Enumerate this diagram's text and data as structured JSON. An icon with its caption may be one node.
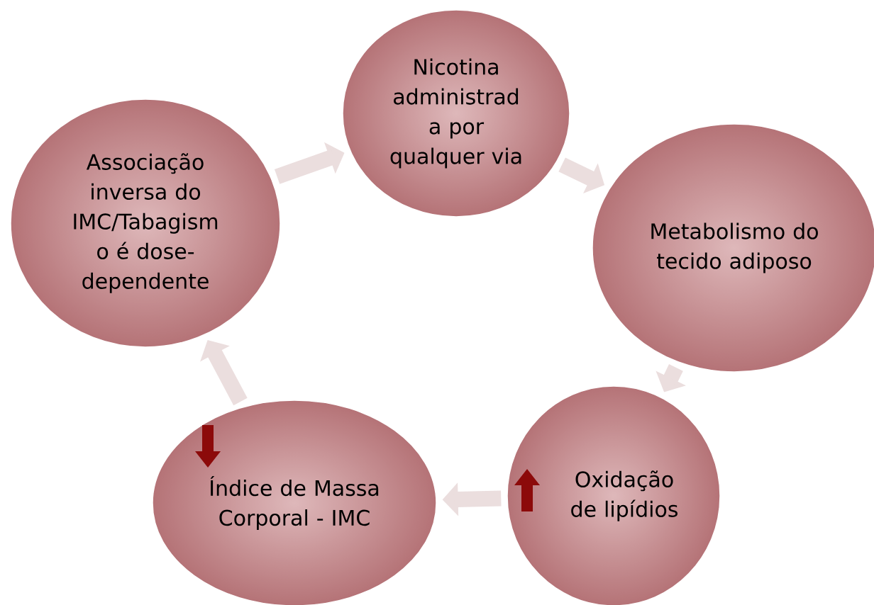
{
  "diagram": {
    "nodes": [
      {
        "text": [
          "Nicotina administrad a por qualquer via"
        ]
      },
      {
        "text": [
          "Metabolismo do tecido adiposo"
        ]
      },
      {
        "text": [
          "Oxidação de lipídios"
        ]
      },
      {
        "text": [
          "Índice de Massa Corporal - IMC"
        ]
      },
      {
        "text": [
          "Associação inversa do IMC/Tabagism o é dose-dependente"
        ]
      }
    ],
    "edges": [
      {
        "from": 0,
        "to": 1,
        "arrow": "to"
      },
      {
        "from": 1,
        "to": 2,
        "arrow": "to"
      },
      {
        "from": 2,
        "to": 3,
        "arrow": "to"
      },
      {
        "from": 3,
        "to": 4,
        "arrow": "to"
      },
      {
        "from": 4,
        "to": 0,
        "arrow": "to"
      }
    ]
  }
}
